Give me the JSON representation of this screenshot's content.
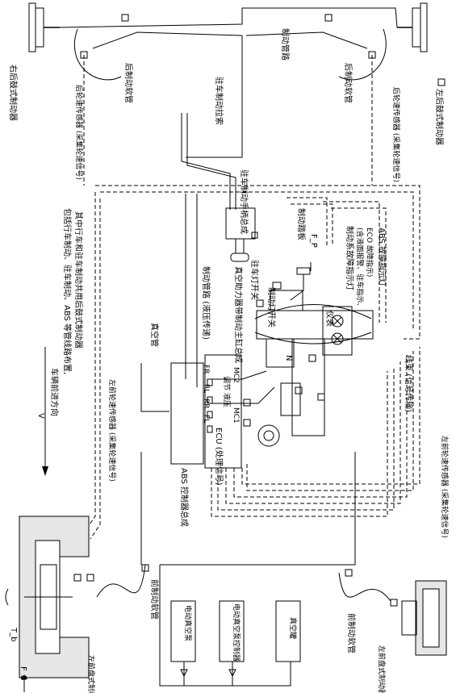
{
  "labels": {
    "rear_right_brake": "右后鼓式制动器",
    "rear_hose_1": "后制动软管",
    "rear_sensor_1": "后轮速传感器 (采集轮速信号)",
    "brake_line_top": "制动管路",
    "rear_hose_2": "后制动软管",
    "rear_sensor_2": "后轮速传感器 (采集轮速信号)",
    "rear_left_brake": "左后鼓式制动器",
    "park_cable": "驻车制动拉索",
    "park_handle": "驻车制动手柄总成",
    "note_line1": "包括行车制动、驻车制动、ABS 等管线路布置,",
    "note_line2": "其中行车和驻车制动共用后鼓式制动器",
    "brake_pedal": "制动踏板",
    "fp": "F_P",
    "park_lamp_switch": "驻车灯开关",
    "brake_lamp_switch": "制动灯开关",
    "brake_line_hyd": "制动管路 (液压传递)",
    "instrument": "仪表",
    "fault_lamp_1": "制动系故障指示灯",
    "fault_lamp_2": "(含液面报警、驻车指示、",
    "fault_lamp_3": "ECO 故障指示)",
    "abs_lamp": "ABS 故障指示灯",
    "booster": "真空助力器带制动主缸总成",
    "vacuum_pipe": "真空管",
    "harness": "线束 (信号传输)",
    "forward": "车辆前进方向",
    "v": "V",
    "fl_sensor_a": "左前轮速传感器 (采集轮速信号)",
    "fl_sensor_b": "左前轮速传感器 (采集轮速信号)",
    "abs_assembly": "ABS 控制器总成",
    "ecu": "ECU (处理信号)",
    "port_fr": "FR",
    "port_rl": "RL",
    "port_rr": "RR",
    "port_fl": "FL",
    "port_mc1": "MC1",
    "port_mc2": "MC2",
    "adjust": "调节 液压",
    "n": "N",
    "front_hose_1": "前制动软管",
    "front_hose_2": "前制动软管",
    "fl_disc_1": "左前盘式制动器",
    "fl_disc_2": "左前盘式制动器",
    "tb": "T_b",
    "fb": "F_B",
    "e_pump": "电动真空泵",
    "e_pump_ctrl": "电动真空泵控制器",
    "vac_tank": "真空罐"
  }
}
